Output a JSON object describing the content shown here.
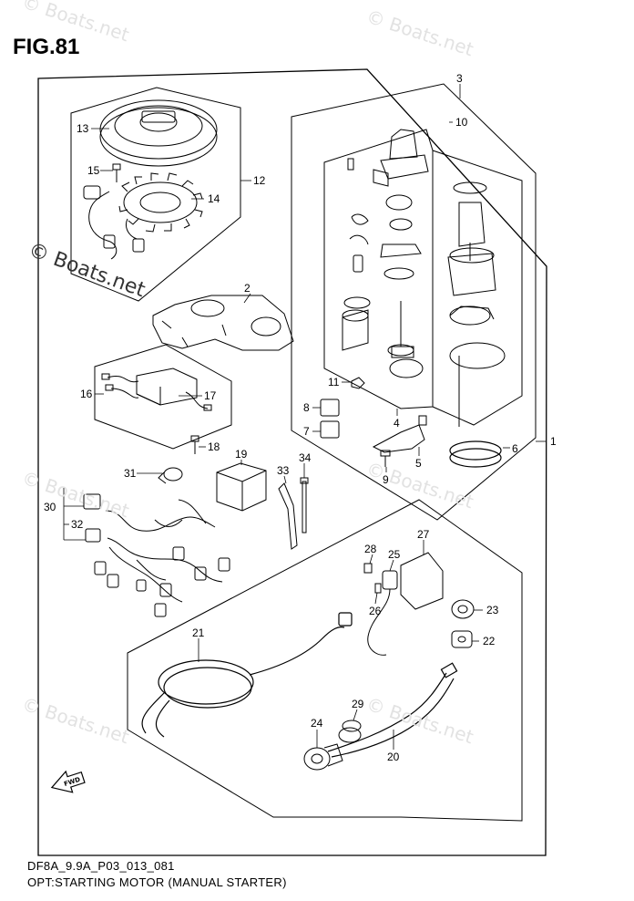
{
  "figure": {
    "title": "FIG.81",
    "code": "DF8A_9.9A_P03_013_081",
    "caption": "OPT:STARTING MOTOR (MANUAL STARTER)"
  },
  "watermark": {
    "text": "© Boats.net"
  },
  "fwd_arrow": {
    "label": "FWD"
  },
  "callouts": [
    {
      "id": "c1",
      "text": "1"
    },
    {
      "id": "c2",
      "text": "2"
    },
    {
      "id": "c3",
      "text": "3"
    },
    {
      "id": "c4",
      "text": "4"
    },
    {
      "id": "c5",
      "text": "5"
    },
    {
      "id": "c6",
      "text": "6"
    },
    {
      "id": "c7",
      "text": "7"
    },
    {
      "id": "c8",
      "text": "8"
    },
    {
      "id": "c9",
      "text": "9"
    },
    {
      "id": "c10",
      "text": "10"
    },
    {
      "id": "c11",
      "text": "11"
    },
    {
      "id": "c12",
      "text": "12"
    },
    {
      "id": "c13",
      "text": "13"
    },
    {
      "id": "c14",
      "text": "14"
    },
    {
      "id": "c15",
      "text": "15"
    },
    {
      "id": "c16",
      "text": "16"
    },
    {
      "id": "c17",
      "text": "17"
    },
    {
      "id": "c18",
      "text": "18"
    },
    {
      "id": "c19",
      "text": "19"
    },
    {
      "id": "c20",
      "text": "20"
    },
    {
      "id": "c21",
      "text": "21"
    },
    {
      "id": "c22",
      "text": "22"
    },
    {
      "id": "c23",
      "text": "23"
    },
    {
      "id": "c24",
      "text": "24"
    },
    {
      "id": "c25",
      "text": "25"
    },
    {
      "id": "c26",
      "text": "26"
    },
    {
      "id": "c27",
      "text": "27"
    },
    {
      "id": "c28",
      "text": "28"
    },
    {
      "id": "c29",
      "text": "29"
    },
    {
      "id": "c30",
      "text": "30"
    },
    {
      "id": "c31",
      "text": "31"
    },
    {
      "id": "c32",
      "text": "32"
    },
    {
      "id": "c33",
      "text": "33"
    },
    {
      "id": "c34",
      "text": "34"
    }
  ]
}
